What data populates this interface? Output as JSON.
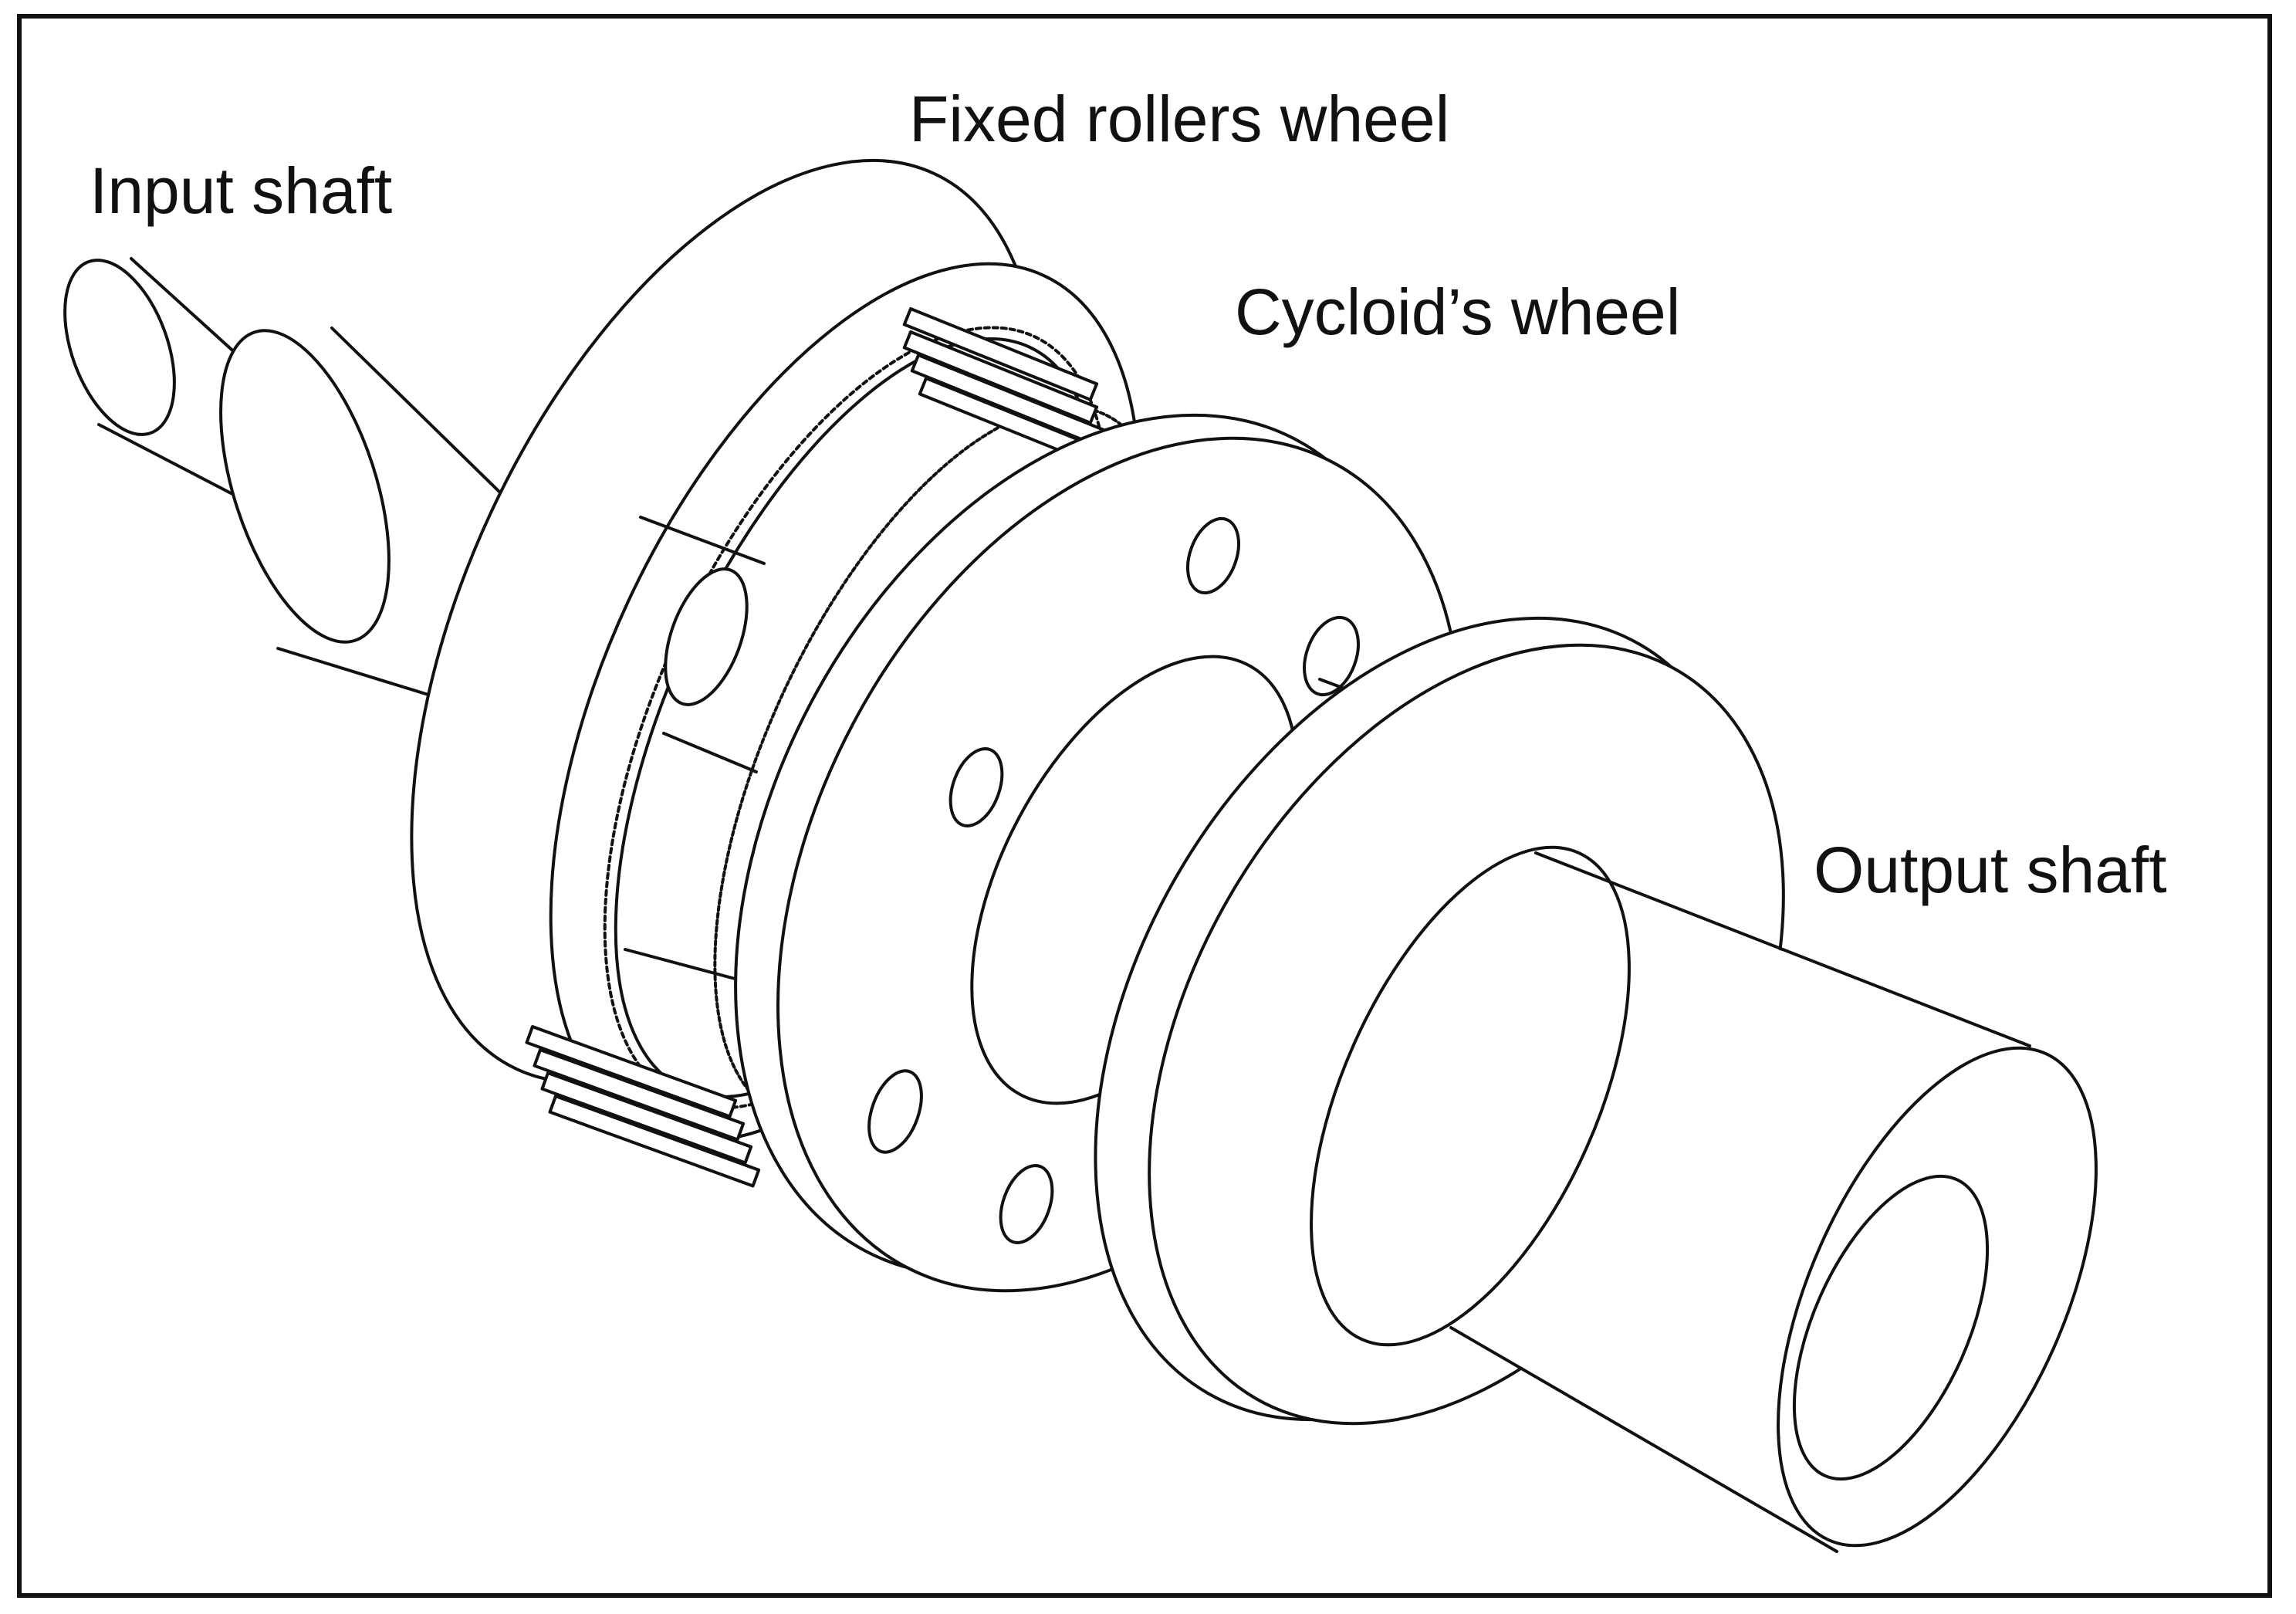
{
  "labels": {
    "input_shaft": "Input shaft",
    "fixed_rollers_wheel": "Fixed rollers wheel",
    "cycloid_wheel": "Cycloid’s wheel",
    "output_shaft": "Output shaft"
  },
  "colors": {
    "line": "#111111",
    "background": "#ffffff"
  }
}
